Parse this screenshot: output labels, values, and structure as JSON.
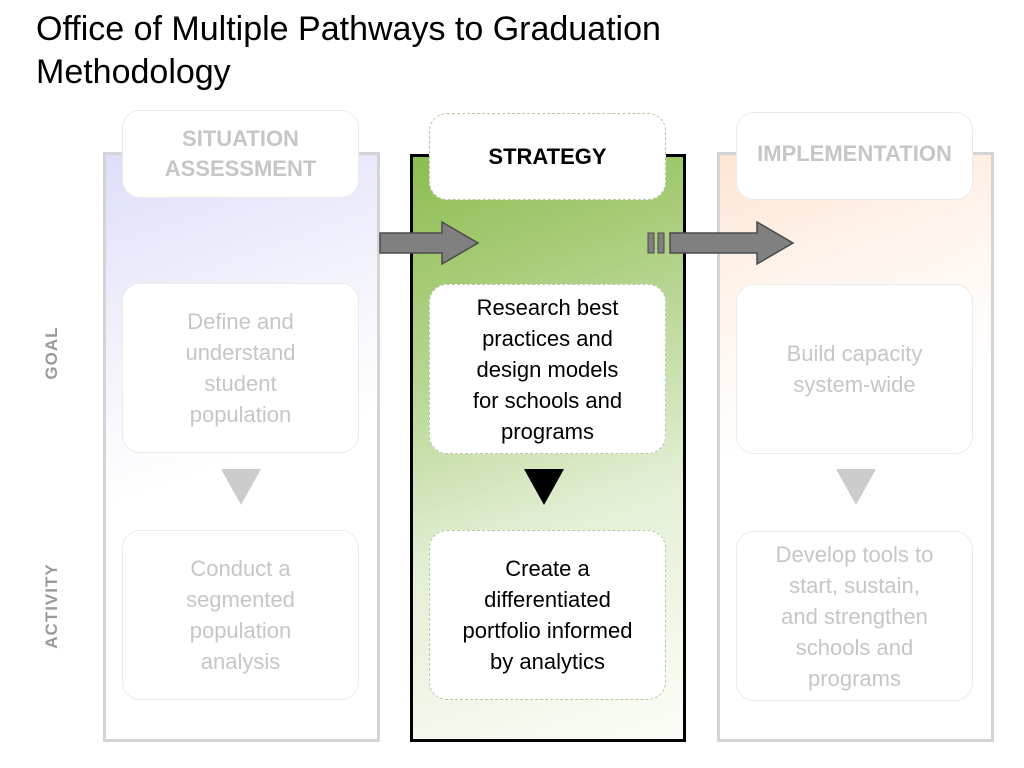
{
  "title": {
    "line1": "Office of Multiple Pathways to Graduation",
    "line2": "Methodology"
  },
  "row_labels": {
    "goal": "GOAL",
    "activity": "ACTIVITY"
  },
  "columns": [
    {
      "header": [
        "SITUATION",
        "ASSESSMENT"
      ],
      "goal": [
        "Define and",
        "understand",
        "student",
        "population"
      ],
      "activity": [
        "Conduct a",
        "segmented",
        "population",
        "analysis"
      ],
      "state": "faded"
    },
    {
      "header": [
        "STRATEGY"
      ],
      "goal": [
        "Research best",
        "practices and",
        "design models",
        "for schools and",
        "programs"
      ],
      "activity": [
        "Create a",
        "differentiated",
        "portfolio informed",
        "by analytics"
      ],
      "state": "active"
    },
    {
      "header": [
        "IMPLEMENTATION"
      ],
      "goal": [
        "Build capacity",
        "system-wide"
      ],
      "activity": [
        "Develop tools to",
        "start, sustain,",
        "and strengthen",
        "schools and",
        "programs"
      ],
      "state": "faded"
    }
  ],
  "colors": {
    "active_border": "#000000",
    "faded_border": "#d4d4d4",
    "faded_text": "#c6c6c6",
    "strategy_green": "#8cbd4f",
    "assessment_blue": "#dddff8",
    "implementation_orange": "#fde4d2",
    "arrow_fill": "#808080"
  }
}
